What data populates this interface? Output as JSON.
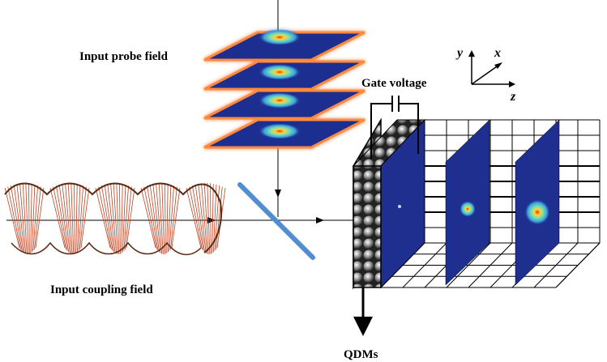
{
  "labels": {
    "probe": "Input probe field",
    "coupling": "Input coupling field",
    "gate": "Gate voltage",
    "qdm": "QDMs"
  },
  "axes": {
    "y": "y",
    "x": "x",
    "z": "z"
  },
  "colors": {
    "plate": "#1f2f8f",
    "plate_glow": "#ff8a3c",
    "mirror": "#4f8fd0",
    "spiral_fill": "#f2b49a",
    "spiral_line": "#c0401f",
    "spot_core": "#ff2a00",
    "spot_ring": "#f5e64a",
    "spot_halo": "#38c8d8"
  },
  "icons": [
    "beam-splitter",
    "probe-plate-stack",
    "vortex-beam",
    "qdm-sample",
    "detection-screen"
  ]
}
